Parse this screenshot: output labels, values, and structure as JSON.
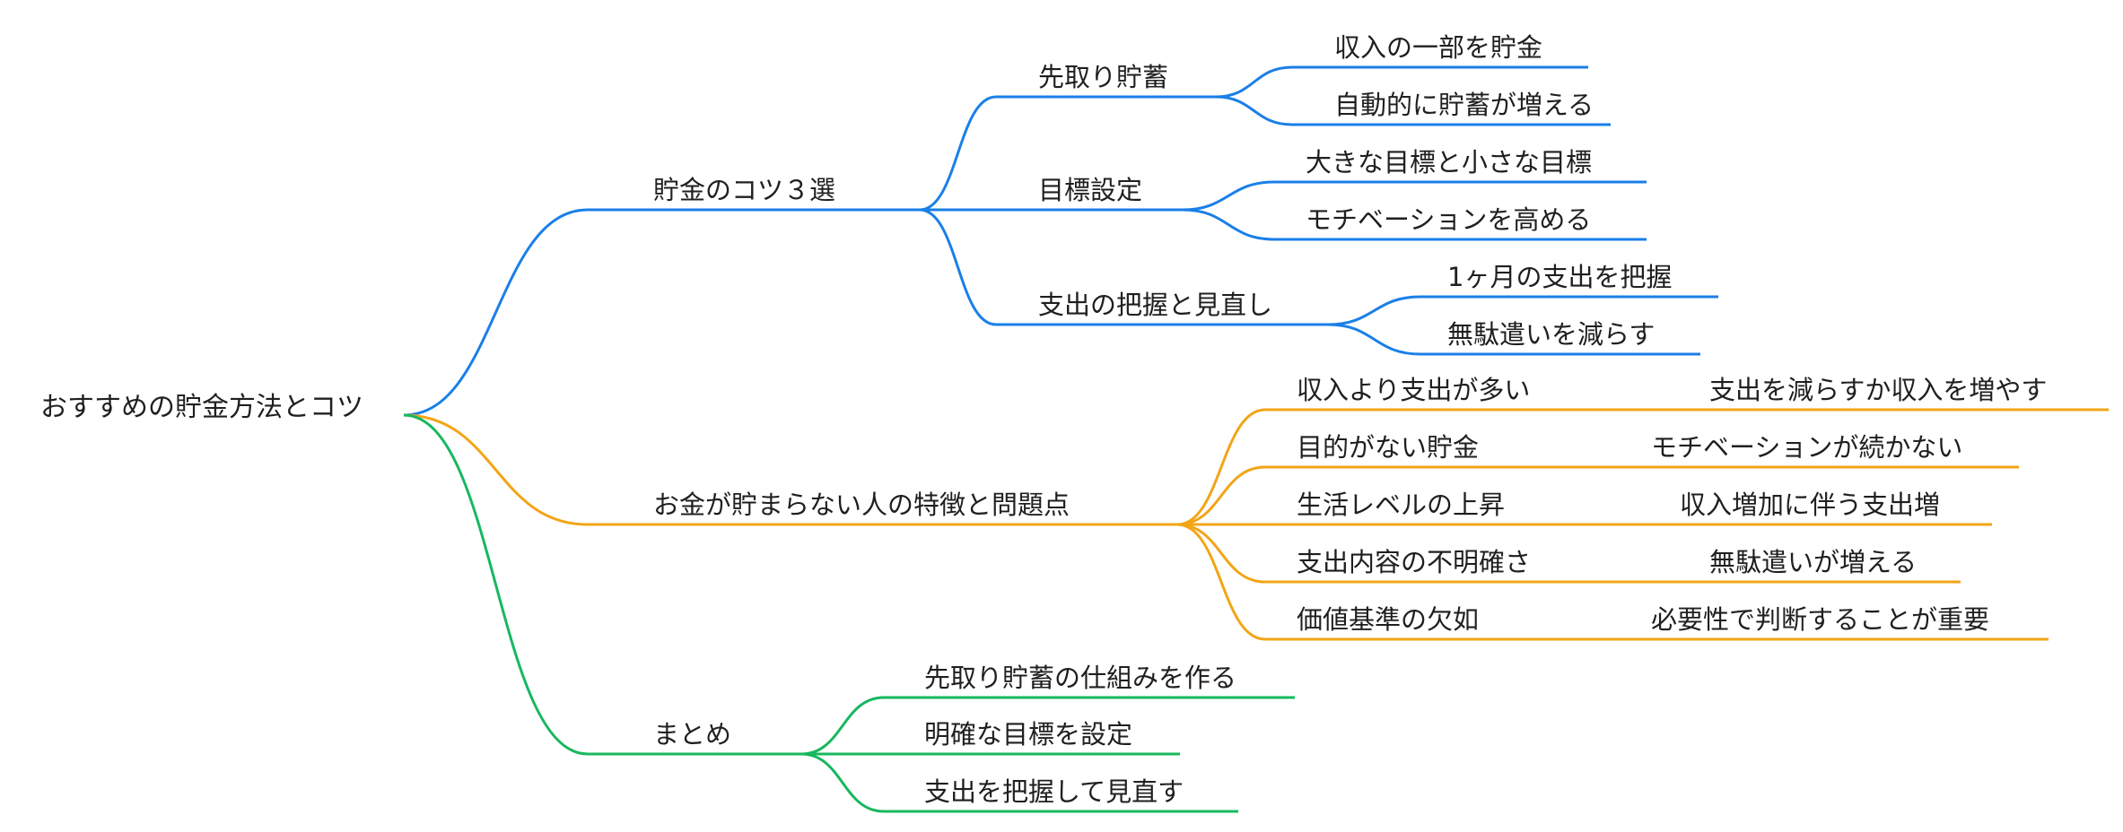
{
  "root": {
    "text": "おすすめの貯金方法とコツ"
  },
  "colors": {
    "blue": "#1a7fe8",
    "orange": "#f2a516",
    "green": "#17b85e",
    "text": "#1f1f1f"
  },
  "branches": [
    {
      "text": "貯金のコツ３選",
      "color": "blue",
      "children": [
        {
          "text": "先取り貯蓄",
          "children": [
            {
              "text": "収入の一部を貯金"
            },
            {
              "text": "自動的に貯蓄が増える"
            }
          ]
        },
        {
          "text": "目標設定",
          "children": [
            {
              "text": "大きな目標と小さな目標"
            },
            {
              "text": "モチベーションを高める"
            }
          ]
        },
        {
          "text": "支出の把握と見直し",
          "children": [
            {
              "text": "1ヶ月の支出を把握"
            },
            {
              "text": "無駄遣いを減らす"
            }
          ]
        }
      ]
    },
    {
      "text": "お金が貯まらない人の特徴と問題点",
      "color": "orange",
      "children": [
        {
          "text": "収入より支出が多い",
          "children": [
            {
              "text": "支出を減らすか収入を増やす"
            }
          ]
        },
        {
          "text": "目的がない貯金",
          "children": [
            {
              "text": "モチベーションが続かない"
            }
          ]
        },
        {
          "text": "生活レベルの上昇",
          "children": [
            {
              "text": "収入増加に伴う支出増"
            }
          ]
        },
        {
          "text": "支出内容の不明確さ",
          "children": [
            {
              "text": "無駄遣いが増える"
            }
          ]
        },
        {
          "text": "価値基準の欠如",
          "children": [
            {
              "text": "必要性で判断することが重要"
            }
          ]
        }
      ]
    },
    {
      "text": "まとめ",
      "color": "green",
      "children": [
        {
          "text": "先取り貯蓄の仕組みを作る"
        },
        {
          "text": "明確な目標を設定"
        },
        {
          "text": "支出を把握して見直す"
        }
      ]
    }
  ]
}
